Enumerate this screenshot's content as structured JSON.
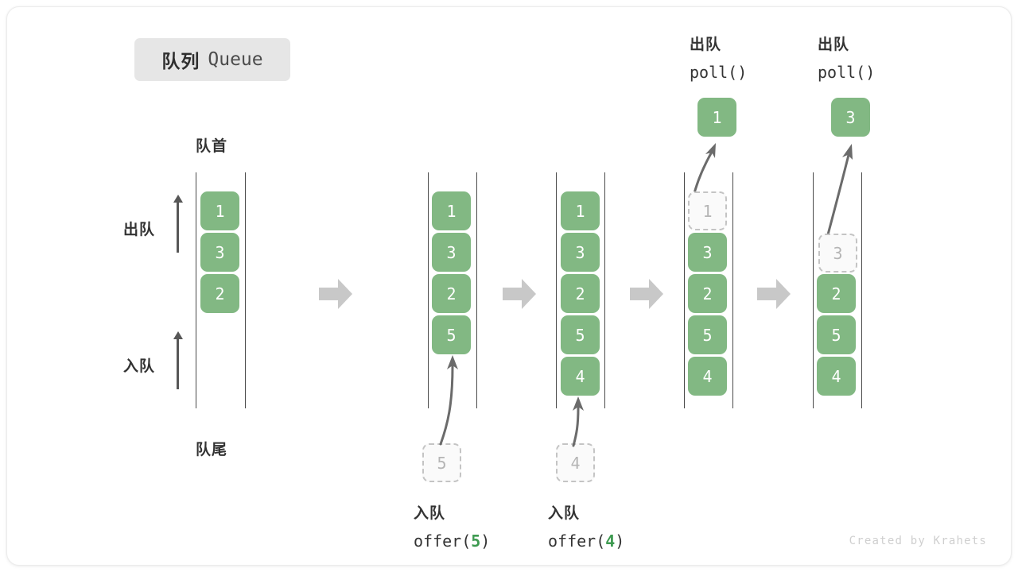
{
  "card": {
    "title_badge": {
      "cn": "队列",
      "en": "Queue"
    },
    "credit": "Created by Krahets",
    "colors": {
      "element_green": "#82b883",
      "ghost_border": "#c4c4c4",
      "ghost_fill": "#fafafa",
      "ghost_text": "#b5b5b5",
      "rail": "#4a4a4a",
      "step_arrow": "#c8c8c8",
      "badge_bg": "#e6e6e6",
      "text": "#333333",
      "code_highlight": "#3d9a50"
    }
  },
  "side_labels": {
    "front": "队首",
    "rear": "队尾",
    "dequeue": "出队",
    "enqueue": "入队"
  },
  "steps": [
    {
      "id": "initial",
      "elements": [
        "1",
        "3",
        "2"
      ],
      "ghost": null,
      "output": null,
      "caption_cn": null,
      "caption_code": null
    },
    {
      "id": "offer-5",
      "elements": [
        "1",
        "3",
        "2",
        "5"
      ],
      "ghost": {
        "value": "5",
        "position": "bottom"
      },
      "output": null,
      "caption_cn": "入队",
      "caption_code": "offer(5)",
      "caption_code_prefix": "offer(",
      "caption_code_num": "5",
      "caption_code_suffix": ")"
    },
    {
      "id": "offer-4",
      "elements": [
        "1",
        "3",
        "2",
        "5",
        "4"
      ],
      "ghost": {
        "value": "4",
        "position": "bottom"
      },
      "output": null,
      "caption_cn": "入队",
      "caption_code": "offer(4)",
      "caption_code_prefix": "offer(",
      "caption_code_num": "4",
      "caption_code_suffix": ")"
    },
    {
      "id": "poll-1",
      "elements": [
        "3",
        "2",
        "5",
        "4"
      ],
      "ghost": {
        "value": "1",
        "position": "top"
      },
      "output": "1",
      "caption_cn": "出队",
      "caption_code": "poll()"
    },
    {
      "id": "poll-3",
      "elements": [
        "2",
        "5",
        "4"
      ],
      "ghost": {
        "value": "3",
        "position": "top"
      },
      "output": "3",
      "caption_cn": "出队",
      "caption_code": "poll()"
    }
  ],
  "step_arrows": [
    "step-arrow-1",
    "step-arrow-2",
    "step-arrow-3",
    "step-arrow-4"
  ]
}
